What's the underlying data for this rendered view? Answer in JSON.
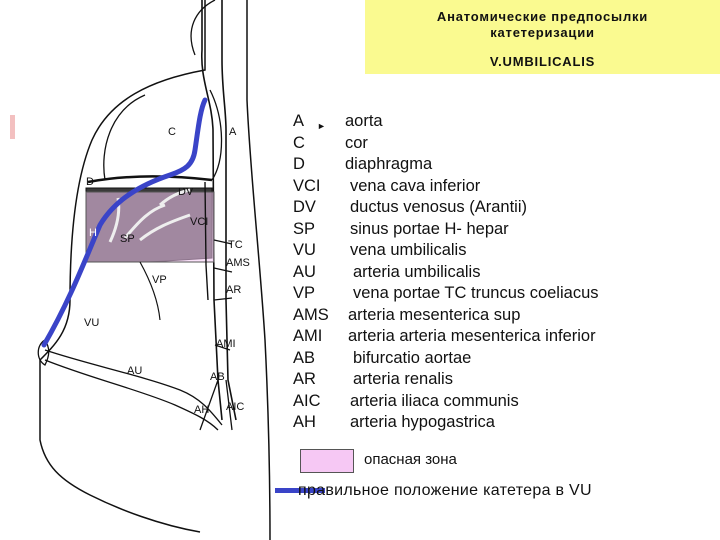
{
  "title": {
    "line1": "Анатомические предпосылки",
    "line2": "катетеризации",
    "subtitle": "V.UMBILICALIS"
  },
  "diagram_labels": {
    "C": "C",
    "A": "A",
    "D": "D",
    "DV": "DV",
    "VCI": "VCI",
    "H": "H",
    "SP": "SP",
    "TC": "TC",
    "AMS": "AMS",
    "VP": "VP",
    "AR": "AR",
    "VU": "VU",
    "AMI": "AMI",
    "AU": "AU",
    "AB": "AB",
    "AH": "AH",
    "AIC": "AIC"
  },
  "legend": [
    {
      "abbr": "A",
      "arrow": "►",
      "desc": "aorta"
    },
    {
      "abbr": "C",
      "desc": "cor"
    },
    {
      "abbr": "D",
      "desc": "diaphragma"
    },
    {
      "abbr": "VCI",
      "desc": "vena cava inferior"
    },
    {
      "abbr": "DV",
      "desc": "ductus venosus (Arantii)"
    },
    {
      "abbr": "SP",
      "desc": "sinus portae   H- hepar"
    },
    {
      "abbr": "VU",
      "desc": "vena umbilicalis"
    },
    {
      "abbr": "AU",
      "desc": "arteria umbilicalis"
    },
    {
      "abbr": "VP",
      "desc": "vena portae   TC  truncus coeliacus"
    },
    {
      "abbr": "AMS",
      "desc": "arteria mesenterica sup"
    },
    {
      "abbr": "AMI",
      "desc": "arteria arteria mesenterica inferior"
    },
    {
      "abbr": "AB",
      "desc": "bifurcatio aortae"
    },
    {
      "abbr": "AR",
      "desc": "arteria renalis"
    },
    {
      "abbr": "AIC",
      "desc": "arteria iliaca communis"
    },
    {
      "abbr": "AH",
      "desc": "arteria hypogastrica"
    }
  ],
  "key": {
    "danger_zone": "опасная зона",
    "catheter": "правильное положение катетера в VU"
  },
  "colors": {
    "title_bg": "#fafa90",
    "danger_zone": "#f6c8f4",
    "catheter": "#3a44c8"
  }
}
